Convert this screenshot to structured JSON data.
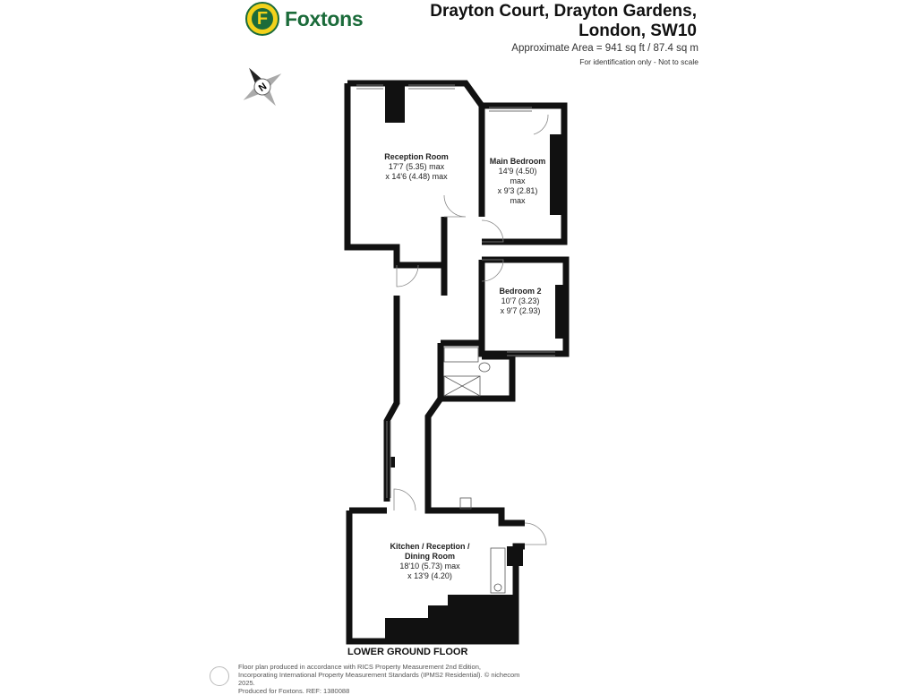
{
  "brand": {
    "badge": "F",
    "name": "Foxtons",
    "color_green": "#1b6b3a",
    "color_yellow": "#f2d21b"
  },
  "header": {
    "title_line1": "Drayton Court, Drayton Gardens,",
    "title_line2": "London, SW10",
    "area": "Approximate Area = 941 sq ft / 87.4 sq m",
    "note": "For identification only - Not to scale"
  },
  "compass": {
    "letter": "N",
    "icon": "compass-icon"
  },
  "rooms": {
    "reception": {
      "name": "Reception Room",
      "dim1": "17'7 (5.35) max",
      "dim2": "x 14'6 (4.48) max"
    },
    "main_bedroom": {
      "name": "Main Bedroom",
      "dim1": "14'9 (4.50)",
      "dim2": "max",
      "dim3": "x 9'3 (2.81)",
      "dim4": "max"
    },
    "bedroom2": {
      "name": "Bedroom 2",
      "dim1": "10'7 (3.23)",
      "dim2": "x 9'7 (2.93)"
    },
    "kitchen": {
      "name1": "Kitchen / Reception /",
      "name2": "Dining Room",
      "dim1": "18'10 (5.73) max",
      "dim2": "x 13'9 (4.20)"
    }
  },
  "floor_label": "LOWER GROUND FLOOR",
  "footer": {
    "line1": "Floor plan produced in accordance with RICS Property Measurement 2nd Edition,",
    "line2": "Incorporating International Property Measurement Standards (IPMS2 Residential). © nichecom 2025.",
    "line3": "Produced for Foxtons. REF: 1380088"
  }
}
